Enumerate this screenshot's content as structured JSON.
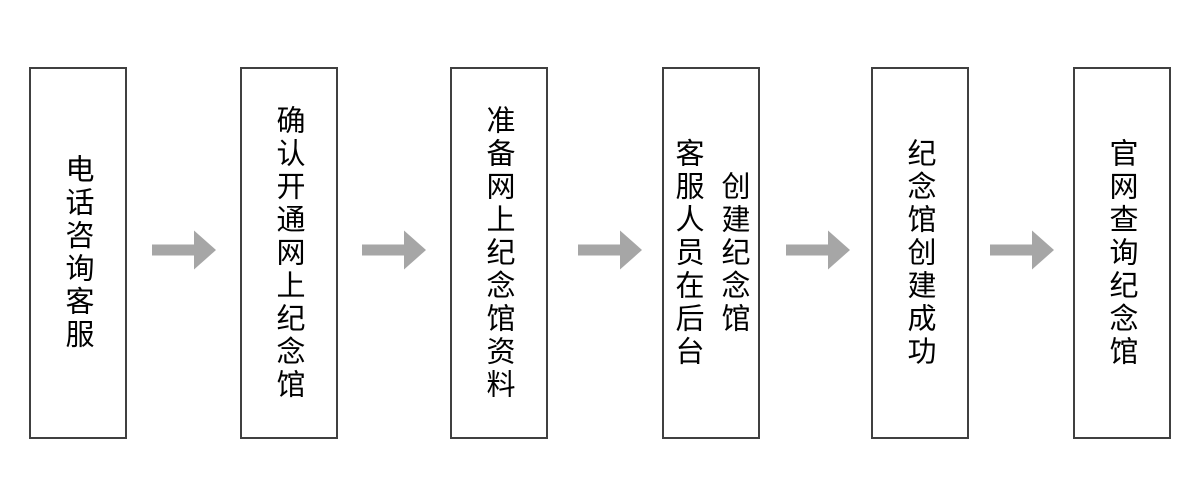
{
  "figure": {
    "type": "flowchart",
    "direction": "left-to-right",
    "colors": {
      "background": "#ffffff",
      "box_border": "#404040",
      "box_fill": "#ffffff",
      "text": "#000000",
      "arrow": "#a6a6a6"
    },
    "steps": [
      {
        "label": "电话咨询客服"
      },
      {
        "label": "确认开通网上纪念馆"
      },
      {
        "label": "准备网上纪念馆资料"
      },
      {
        "label": "客服人员在后台\n创建纪念馆"
      },
      {
        "label": "纪念馆创建成功"
      },
      {
        "label": "官网查询纪念馆"
      }
    ],
    "arrow_count": 5
  }
}
